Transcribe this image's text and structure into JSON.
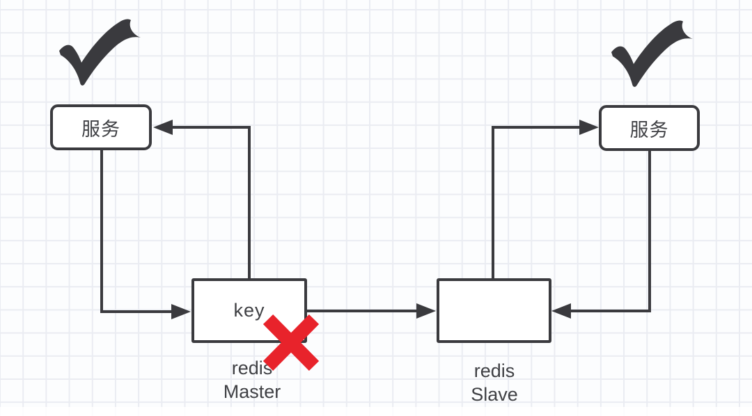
{
  "nodes": {
    "service_left": {
      "label": "服务"
    },
    "service_right": {
      "label": "服务"
    },
    "redis_master": {
      "label": "key",
      "caption": "redis\nMaster"
    },
    "redis_slave": {
      "label": "",
      "caption": "redis\nSlave"
    }
  },
  "icons": {
    "checkmark_left": "checkmark",
    "checkmark_right": "checkmark",
    "error_cross": "red-x-cross"
  },
  "colors": {
    "line": "#3a3a3e",
    "text": "#3f4044",
    "error": "#e8232b",
    "node_fill": "#ffffff",
    "grid_line": "#eaecf2",
    "background": "#fcfdfe"
  }
}
